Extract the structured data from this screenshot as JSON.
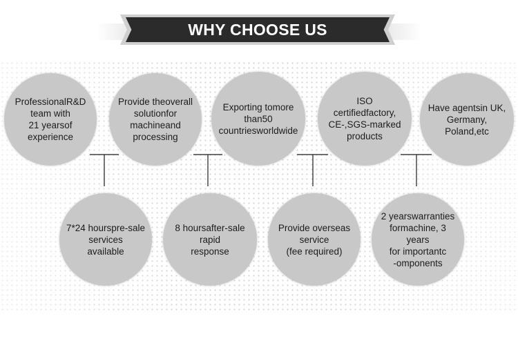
{
  "title": "WHY CHOOSE US",
  "top_items": [
    "ProfessionalR&D\nteam with\n21 yearsof\nexperience",
    "Provide theoverall\nsolutionfor\nmachineand\nprocessing",
    "Exporting tomore\nthan50\ncountriesworldwide",
    "ISO\ncertifiedfactory,\nCE-,SGS-marked\nproducts",
    "Have agentsin UK,\nGermany,\nPoland,etc"
  ],
  "bottom_items": [
    "7*24 hourspre-sale\nservices\navailable",
    "8 hoursafter-sale\nrapid\nresponse",
    "Provide overseas\nservice\n(fee required)",
    "2 yearswarranties\nformachine, 3 years\nfor importantc\n-omponents"
  ],
  "colors": {
    "banner": "#2b2b2b",
    "circle": "#c8c8c8",
    "text": "#1c1c1c",
    "connector": "#1a1a1a"
  }
}
